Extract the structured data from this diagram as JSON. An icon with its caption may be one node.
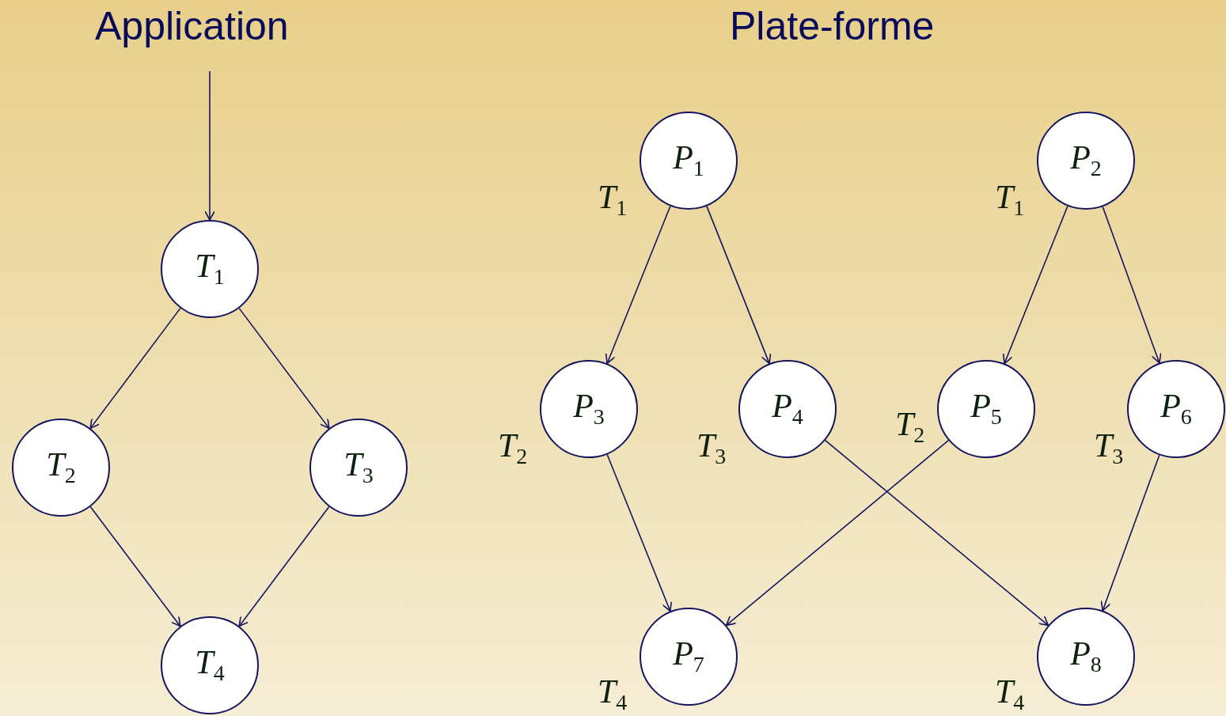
{
  "diagram": {
    "nodes": [
      {
        "text": [
          "*T*$_{1}$"
        ]
      },
      {
        "text": [
          "*T*$_{2}$"
        ]
      },
      {
        "text": [
          "*T*$_{3}$"
        ]
      },
      {
        "text": [
          "*T*$_{4}$"
        ]
      },
      {
        "text": [
          "*P*$_{1}$"
        ],
        "beside": [
          "*T*$_{1}$"
        ]
      },
      {
        "text": [
          "*P*$_{2}$"
        ],
        "beside": [
          "*T*$_{1}$"
        ]
      },
      {
        "text": [
          "*P*$_{3}$"
        ],
        "beside": [
          "*T*$_{2}$"
        ]
      },
      {
        "text": [
          "*P*$_{4}$"
        ],
        "beside": [
          "*T*$_{3}$"
        ]
      },
      {
        "text": [
          "*P*$_{5}$"
        ],
        "beside": [
          "*T*$_{2}$"
        ]
      },
      {
        "text": [
          "*P*$_{6}$"
        ],
        "beside": [
          "*T*$_{3}$"
        ]
      },
      {
        "text": [
          "*P*$_{7}$"
        ],
        "beside": [
          "*T*$_{4}$"
        ]
      },
      {
        "text": [
          "*P*$_{8}$"
        ],
        "beside": [
          "*T*$_{4}$"
        ]
      }
    ],
    "edges": [
      {
        "from": null,
        "to": 0,
        "arrow": "to"
      },
      {
        "from": 0,
        "to": 1,
        "arrow": "to"
      },
      {
        "from": 0,
        "to": 2,
        "arrow": "to"
      },
      {
        "from": 1,
        "to": 3,
        "arrow": "to"
      },
      {
        "from": 2,
        "to": 3,
        "arrow": "to"
      },
      {
        "from": 4,
        "to": 6,
        "arrow": "to"
      },
      {
        "from": 4,
        "to": 7,
        "arrow": "to"
      },
      {
        "from": 5,
        "to": 8,
        "arrow": "to"
      },
      {
        "from": 5,
        "to": 9,
        "arrow": "to"
      },
      {
        "from": 6,
        "to": 10,
        "arrow": "to"
      },
      {
        "from": 7,
        "to": 11,
        "arrow": "to"
      },
      {
        "from": 8,
        "to": 10,
        "arrow": "to"
      },
      {
        "from": 9,
        "to": 11,
        "arrow": "to"
      }
    ],
    "labels": [
      "Application",
      "Plate-forme"
    ]
  }
}
